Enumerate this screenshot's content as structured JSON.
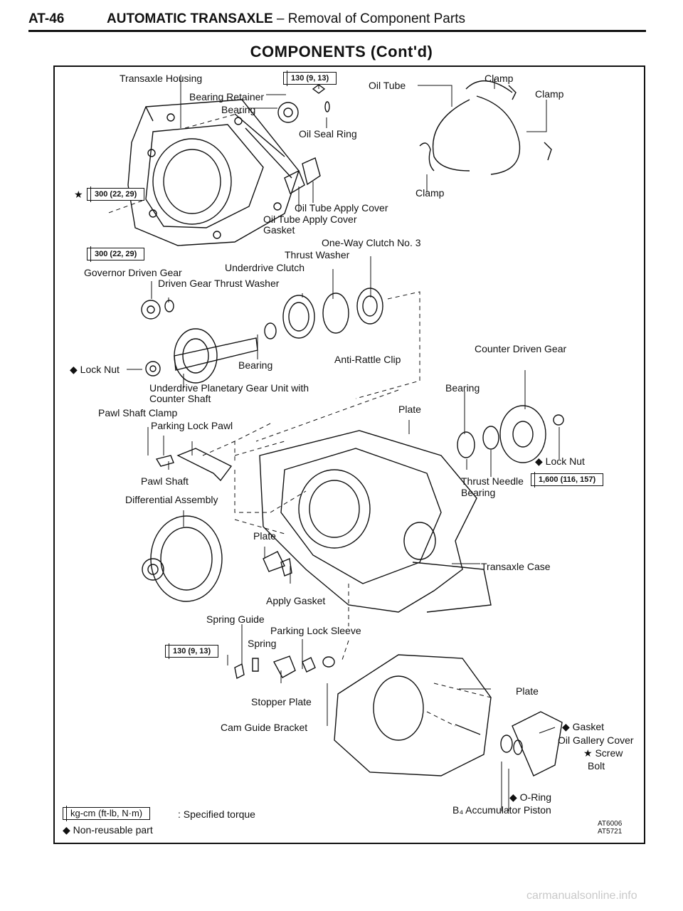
{
  "header": {
    "page_number": "AT-46",
    "section": "AUTOMATIC TRANSAXLE",
    "subsection": "– Removal of Component Parts"
  },
  "title": "COMPONENTS (Cont'd)",
  "torques": {
    "t1": "130 (9, 13)",
    "t2": "300 (22, 29)",
    "t3": "300 (22, 29)",
    "t4": "1,600 (116, 157)",
    "t5": "130 (9, 13)"
  },
  "labels": {
    "transaxle_housing": "Transaxle Housing",
    "bearing_retainer": "Bearing Retainer",
    "bearing_1": "Bearing",
    "oil_seal_ring": "Oil Seal Ring",
    "oil_tube": "Oil Tube",
    "clamp_1": "Clamp",
    "clamp_2": "Clamp",
    "clamp_3": "Clamp",
    "oil_tube_apply_cover": "Oil Tube Apply Cover",
    "oil_tube_apply_cover_gasket_1": "Oil Tube Apply Cover",
    "oil_tube_apply_cover_gasket_2": "Gasket",
    "one_way_clutch": "One-Way Clutch No. 3",
    "thrust_washer": "Thrust Washer",
    "governor_driven_gear": "Governor Driven Gear",
    "underdrive_clutch": "Underdrive Clutch",
    "driven_gear_thrust_washer": "Driven Gear Thrust Washer",
    "lock_nut_1": "Lock Nut",
    "bearing_2": "Bearing",
    "anti_rattle_clip": "Anti-Rattle Clip",
    "counter_driven_gear": "Counter Driven Gear",
    "underdrive_planetary_1": "Underdrive Planetary Gear Unit with",
    "underdrive_planetary_2": "Counter Shaft",
    "bearing_3": "Bearing",
    "pawl_shaft_clamp": "Pawl Shaft Clamp",
    "plate_1": "Plate",
    "parking_lock_pawl": "Parking Lock Pawl",
    "lock_nut_2": "Lock Nut",
    "pawl_shaft": "Pawl Shaft",
    "thrust_needle_bearing_1": "Thrust Needle",
    "thrust_needle_bearing_2": "Bearing",
    "differential_assembly": "Differential Assembly",
    "plate_2": "Plate",
    "transaxle_case": "Transaxle Case",
    "apply_gasket": "Apply Gasket",
    "spring_guide": "Spring Guide",
    "parking_lock_sleeve": "Parking Lock Sleeve",
    "spring": "Spring",
    "stopper_plate": "Stopper Plate",
    "plate_3": "Plate",
    "cam_guide_bracket": "Cam Guide Bracket",
    "gasket": "Gasket",
    "oil_gallery_cover": "Oil Gallery Cover",
    "screw": "Screw",
    "bolt": "Bolt",
    "o_ring": "O-Ring",
    "b4_accumulator_piston": "B₄ Accumulator Piston"
  },
  "legend": {
    "unit_box": "kg-cm (ft-lb, N·m)",
    "specified_torque": ": Specified torque",
    "non_reusable": "Non-reusable part"
  },
  "codes": {
    "c1": "AT6006",
    "c2": "AT5721"
  },
  "watermark": "carmanualsonline.info"
}
